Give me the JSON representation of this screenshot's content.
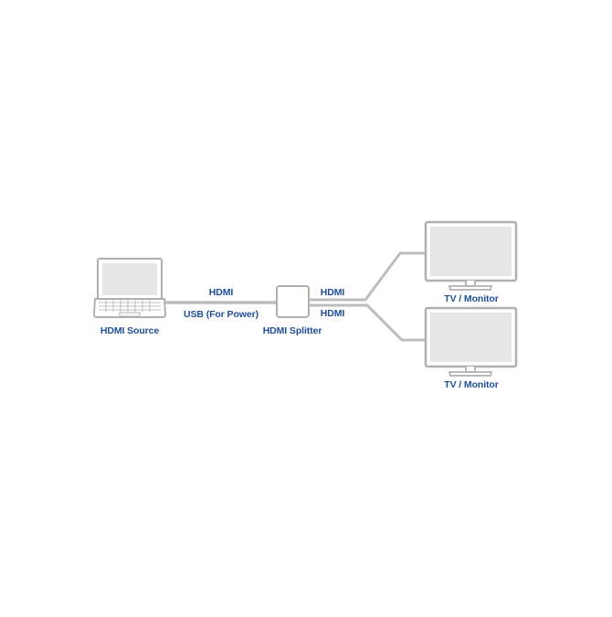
{
  "colors": {
    "label": "#1f4e99",
    "outline": "#b0b0b0",
    "screen": "#e6e6e6",
    "cable": "#bdbdbd",
    "background": "#ffffff"
  },
  "icons": {
    "source": "laptop-icon",
    "splitter": "splitter-box-icon",
    "display": "monitor-icon"
  },
  "source": {
    "label": "HDMI Source"
  },
  "splitter": {
    "label": "HDMI Splitter"
  },
  "cables": {
    "input_top": "HDMI",
    "input_bottom": "USB (For Power)",
    "output_top": "HDMI",
    "output_bottom": "HDMI"
  },
  "displays": [
    {
      "label": "TV / Monitor"
    },
    {
      "label": "TV / Monitor"
    }
  ]
}
